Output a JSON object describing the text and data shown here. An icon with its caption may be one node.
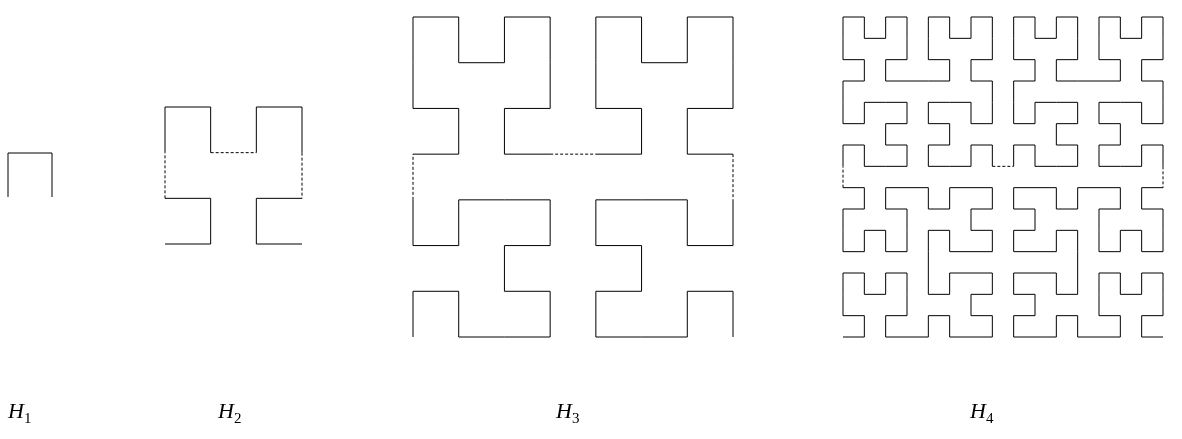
{
  "diagram": {
    "labels": [
      "H$_{1}$",
      "H$_{2}$",
      "H$_{3}$",
      "H$_{4}$"
    ]
  }
}
